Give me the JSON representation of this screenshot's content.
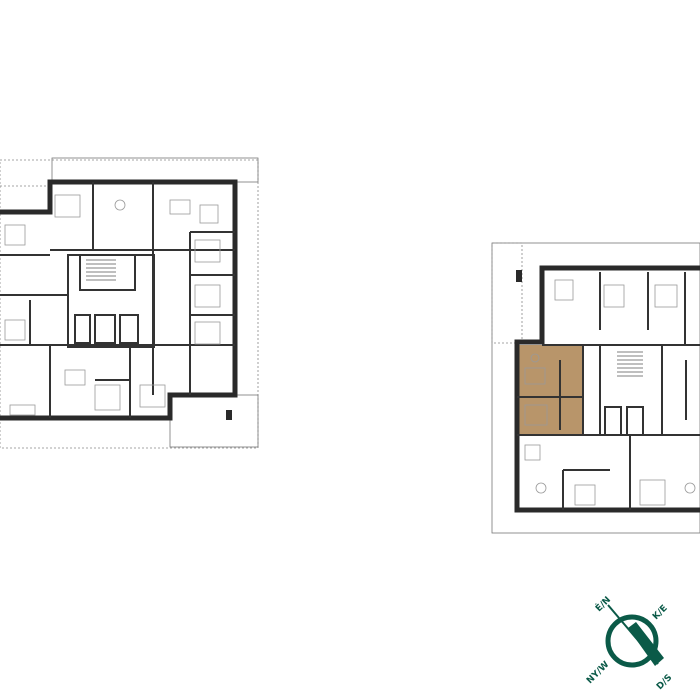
{
  "plan": {
    "buildings": [
      "left-building",
      "right-building"
    ],
    "highlighted_unit_color": "#b8956a",
    "wall_color": "#2a2a2a"
  },
  "compass": {
    "color": "#0b5a48",
    "north": "É/N",
    "east": "K/E",
    "south": "D/S",
    "west": "NY/W"
  }
}
